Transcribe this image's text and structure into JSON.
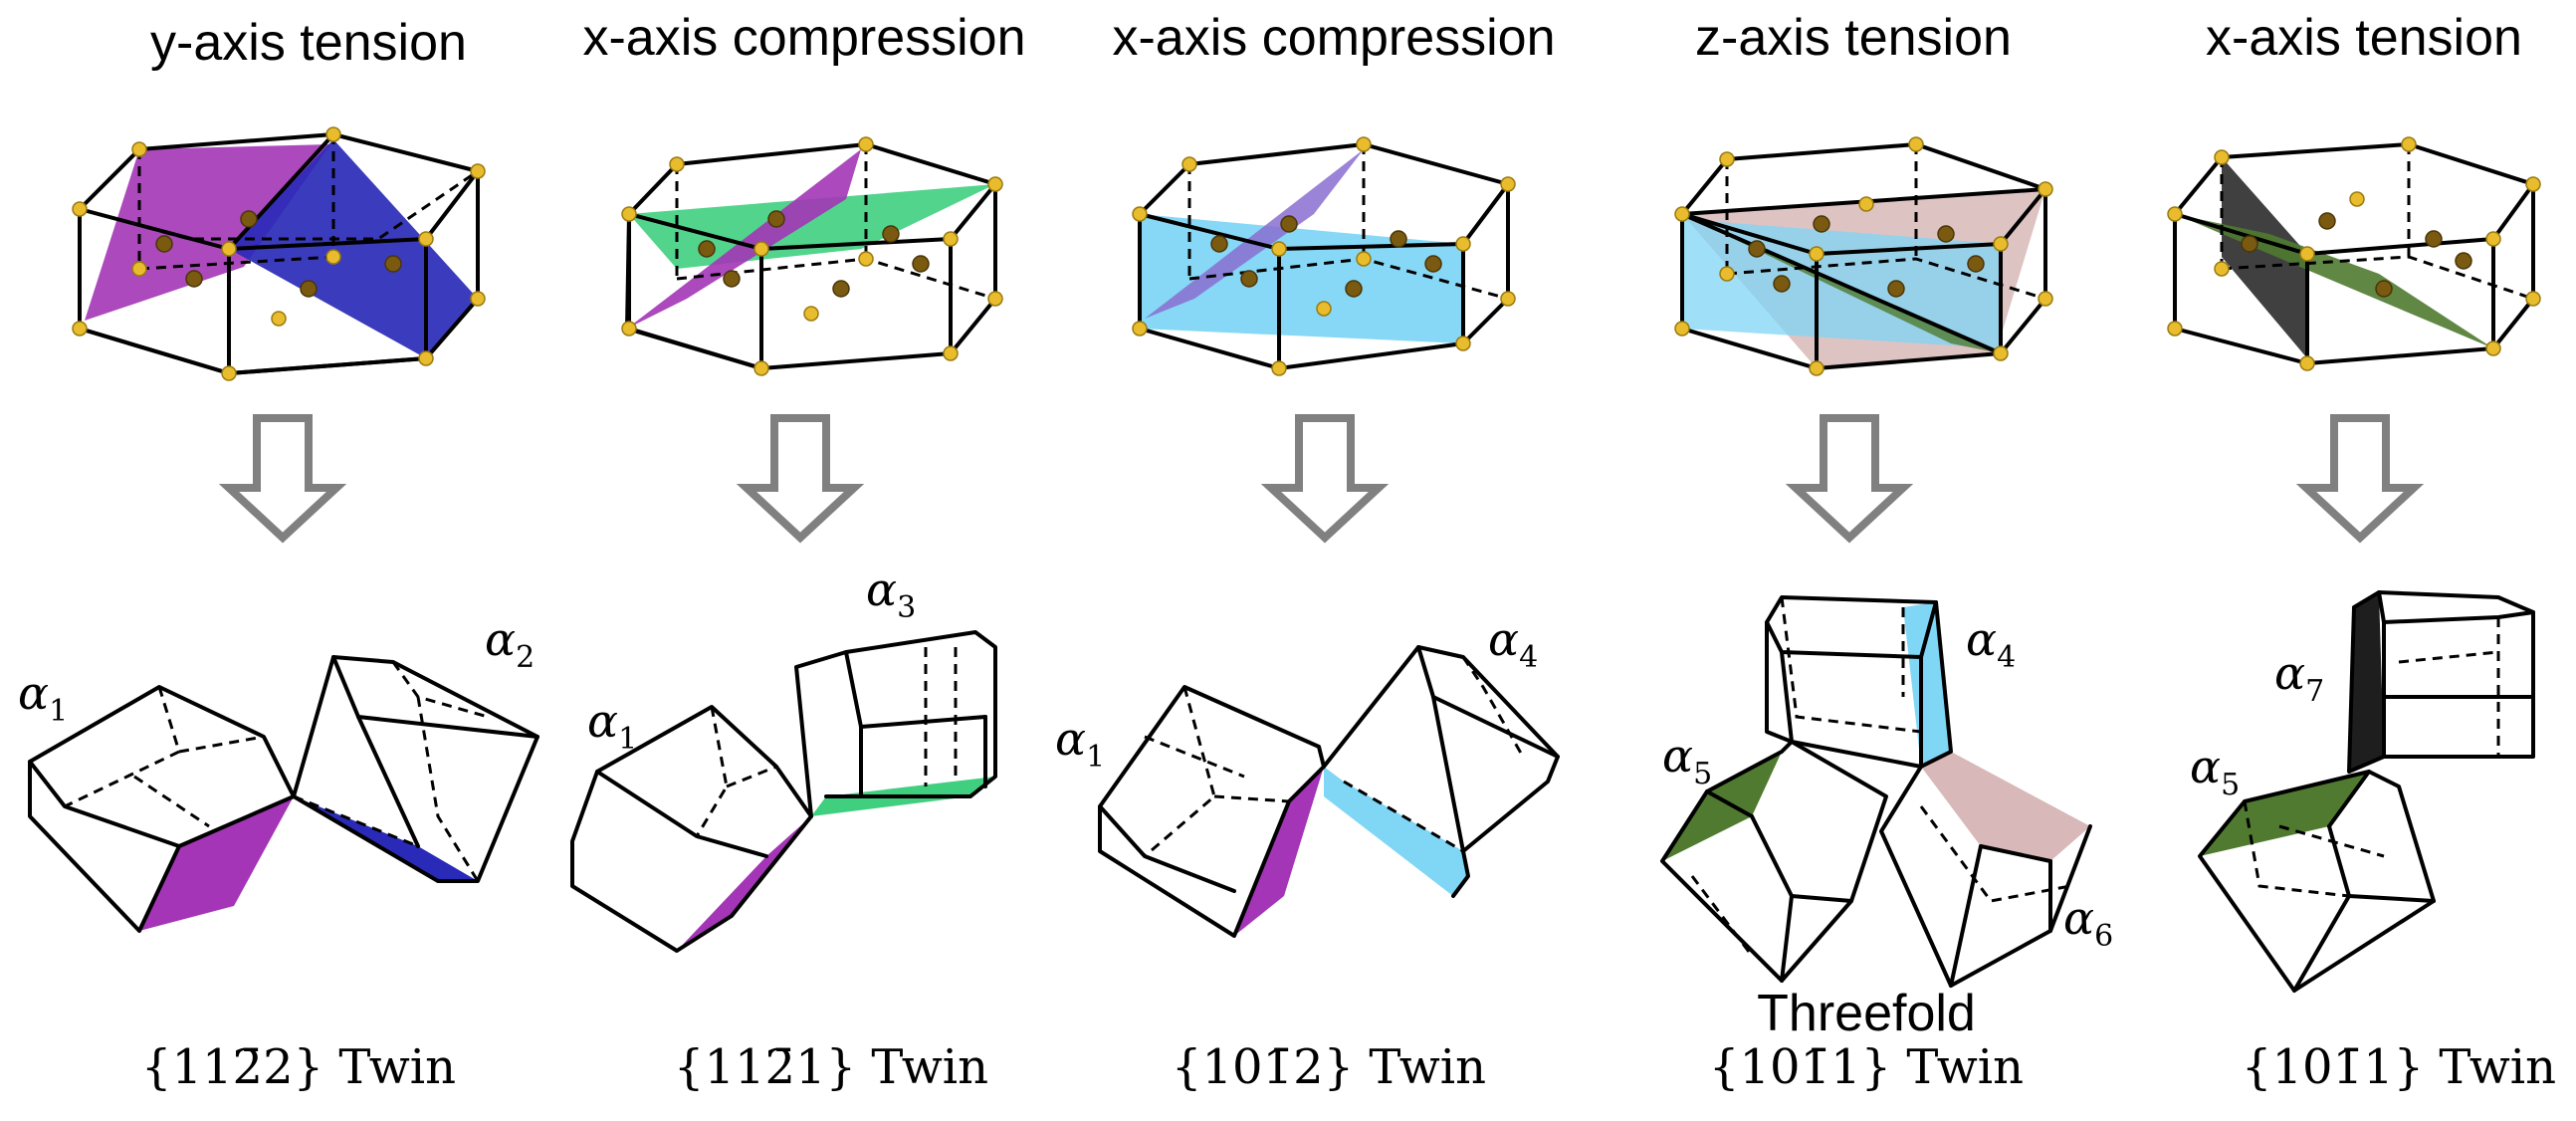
{
  "columns": [
    {
      "heading": "y-axis tension",
      "twin_prefix": "{11",
      "twin_bar": "2̄",
      "twin_mid": "2}",
      "twin_word": "Twin",
      "twin_label": "{112̄2} Twin",
      "variants": [
        "α1",
        "α2"
      ],
      "plane_colors": [
        "#a335b6",
        "#2a2ab8"
      ]
    },
    {
      "heading": "x-axis compression",
      "twin_label": "{112̄1} Twin",
      "variants": [
        "α1",
        "α3"
      ],
      "plane_colors": [
        "#a335b6",
        "#3fcf7f"
      ]
    },
    {
      "heading": "x-axis compression",
      "twin_label": "{101̄2} Twin",
      "variants": [
        "α1",
        "α4"
      ],
      "plane_colors": [
        "#a335b6",
        "#7fd6f5"
      ]
    },
    {
      "heading": "z-axis tension",
      "twin_label_top": "Threefold",
      "twin_label": "{101̄1} Twin",
      "variants": [
        "α4",
        "α5",
        "α6"
      ],
      "plane_colors": [
        "#7fd6f5",
        "#4f7a30",
        "#d8b8b8"
      ]
    },
    {
      "heading": "x-axis tension",
      "twin_label": "{101̄1} Twin",
      "variants": [
        "α7",
        "α5"
      ],
      "plane_colors": [
        "#1e1e1e",
        "#4f7a30"
      ]
    }
  ],
  "labels": {
    "a1": "α",
    "s1": "1",
    "a2": "α",
    "s2": "2",
    "a3": "α",
    "s3": "3",
    "a4": "α",
    "s4": "4",
    "a5": "α",
    "s5": "5",
    "a6": "α",
    "s6": "6",
    "a7": "α",
    "s7": "7"
  },
  "captions": {
    "c1": "{112̄2} Twin",
    "c2": "{112̄1} Twin",
    "c3": "{101̄2} Twin",
    "c4top": "Threefold",
    "c4": "{101̄1} Twin",
    "c5": "{101̄1} Twin"
  },
  "icons": [
    "hcp-unit-cell-icon",
    "down-arrow-icon",
    "twinned-crystal-icon"
  ],
  "colors": {
    "atom": "#e8bc2c",
    "arrow": "#808080",
    "purple": "#a335b6",
    "blue": "#2a2ab8",
    "green": "#3fcf7f",
    "cyan": "#7fd6f5",
    "olive": "#4f7a30",
    "pink": "#d8b8b8",
    "black": "#1e1e1e"
  }
}
